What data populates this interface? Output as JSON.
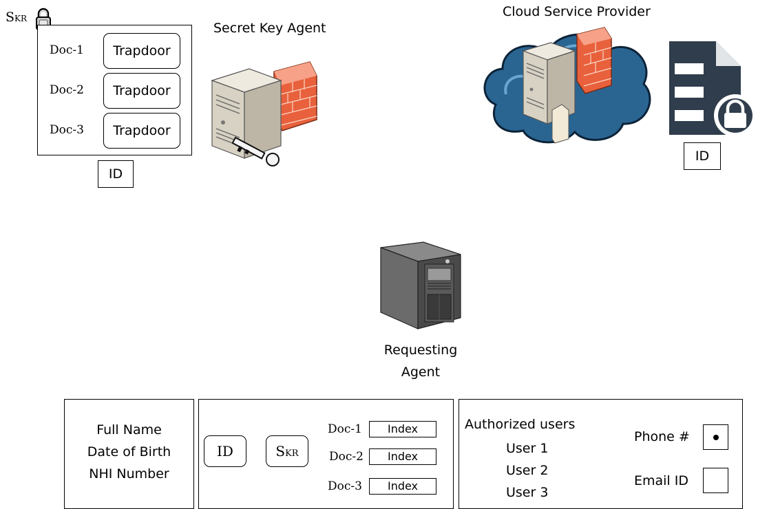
{
  "owner_panel": {
    "skr_label": "S",
    "skr_sub": "KR",
    "docs": [
      {
        "name": "Doc-1",
        "tag": "Trapdoor"
      },
      {
        "name": "Doc-2",
        "tag": "Trapdoor"
      },
      {
        "name": "Doc-3",
        "tag": "Trapdoor"
      }
    ],
    "id_label": "ID"
  },
  "secret_key_agent": {
    "title": "Secret Key Agent"
  },
  "cloud_service_provider": {
    "title": "Cloud Service Provider",
    "id_label": "ID"
  },
  "requesting_agent": {
    "line1": "Requesting",
    "line2": "Agent"
  },
  "record": {
    "fields": [
      "Full Name",
      "Date of Birth",
      "NHI Number"
    ],
    "id_label": "ID",
    "skr_label": "S",
    "skr_sub": "KR",
    "docs": [
      {
        "name": "Doc-1",
        "index": "Index"
      },
      {
        "name": "Doc-2",
        "index": "Index"
      },
      {
        "name": "Doc-3",
        "index": "Index"
      }
    ],
    "authorized_title": "Authorized users",
    "users": [
      "User 1",
      "User 2",
      "User 3"
    ],
    "phone_label": "Phone #",
    "email_label": "Email ID"
  },
  "colors": {
    "server_body": "#d9d4c8",
    "firewall": "#f07a55",
    "cloud": "#2e6f9e",
    "doc_icon": "#2f3d4c",
    "dark_server": "#555555"
  }
}
